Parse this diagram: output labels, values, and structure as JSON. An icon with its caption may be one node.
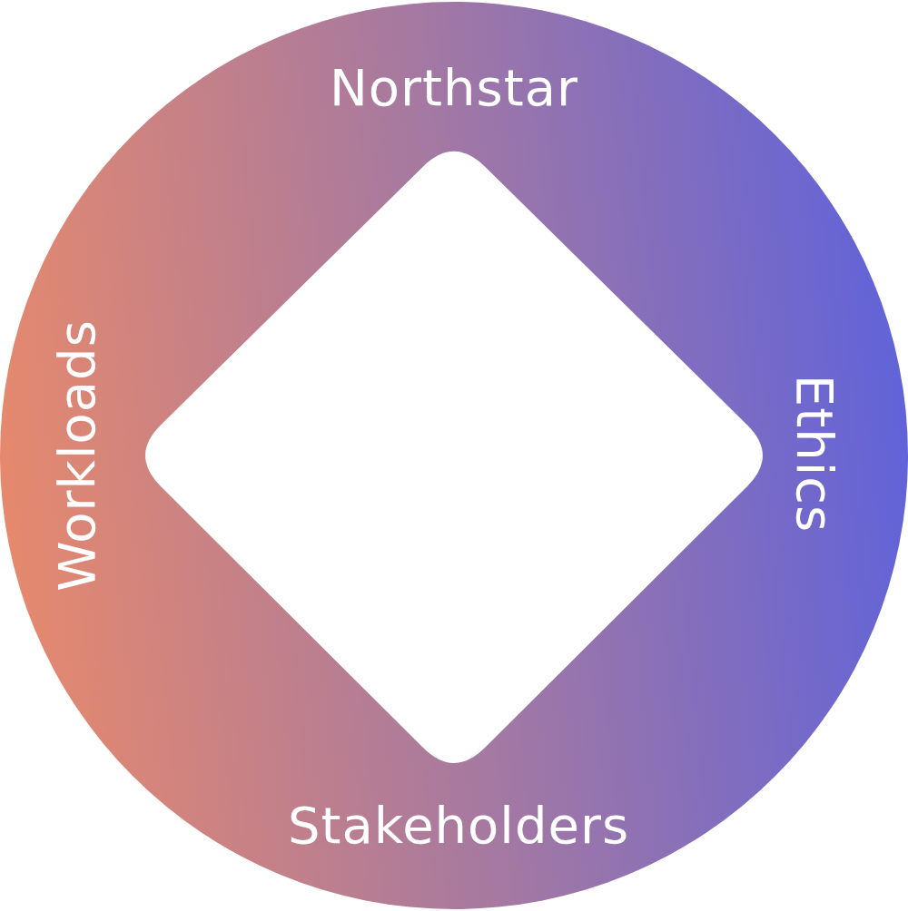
{
  "diagram": {
    "nodes": [
      {
        "text": [
          "Northstar",
          "Workloads",
          "Ethics",
          "Stakeholders"
        ]
      }
    ]
  }
}
